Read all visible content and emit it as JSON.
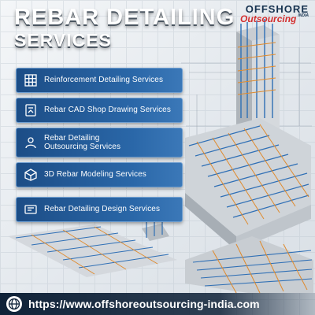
{
  "header": {
    "title_line1": "REBAR DETAILING",
    "title_line2": "SERVICES"
  },
  "logo": {
    "line1": "OFFSHORE",
    "line2": "Outsourcing",
    "line3": "INDIA"
  },
  "services": [
    {
      "label": "Reinforcement Detailing Services",
      "icon": "grid-icon"
    },
    {
      "label": "Rebar CAD Shop Drawing Services",
      "icon": "cad-drawing-icon"
    },
    {
      "label_line1": "Rebar Detailing",
      "label_line2": "Outsourcing Services",
      "icon": "user-document-icon"
    },
    {
      "label": "3D Rebar Modeling Services",
      "icon": "3d-model-icon"
    },
    {
      "label": "Rebar Detailing Design Services",
      "icon": "blueprint-icon"
    }
  ],
  "footer": {
    "url": "https://www.offshoreoutsourcing-india.com",
    "icon": "globe-icon"
  },
  "colors": {
    "button_blue": "#1c4d86",
    "logo_navy": "#16324f",
    "logo_red": "#d32f2f",
    "footer_bg": "#0f2238",
    "rebar_blue": "#2f6fb5",
    "rebar_orange": "#e08a2c"
  }
}
